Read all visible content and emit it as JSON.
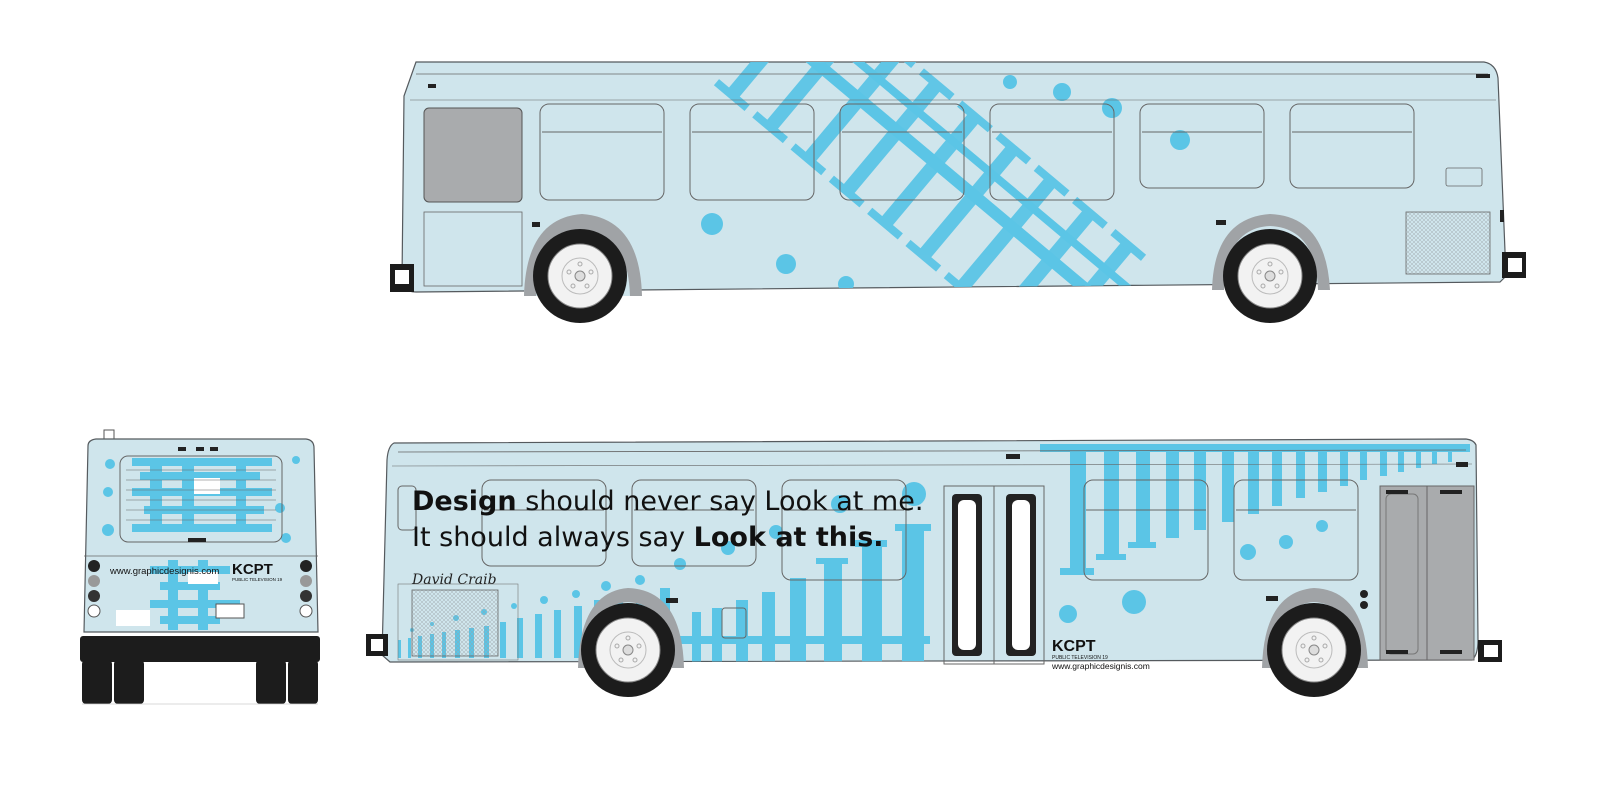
{
  "colors": {
    "bus_body": "#cfe5ec",
    "pattern": "#5bc5e6",
    "outline": "#555a5e",
    "tire": "#1c1c1c",
    "grey_panel": "#a9abad",
    "wheel_arch": "#a0a3a6"
  },
  "quote": {
    "line1_bold": "Design",
    "line1_rest": " should never say Look at me.",
    "line2_start": "It should always say ",
    "line2_bold": "Look at this.",
    "author": "David Craib"
  },
  "brand": {
    "logo": "KCPT",
    "tagline": "PUBLIC TELEVISION 19",
    "url": "www.graphicdesignis.com"
  },
  "views": {
    "top": "bus-side-view-curb",
    "bottom": "bus-side-view-street",
    "rear": "bus-rear-view"
  }
}
